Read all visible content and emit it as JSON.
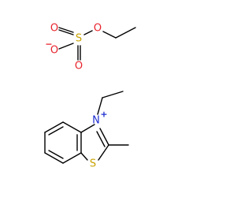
{
  "colors": {
    "bond": "#000000",
    "oxygen": "#e8232c",
    "sulfur": "#c8a200",
    "nitrogen": "#1f2fd0",
    "background": "#ffffff"
  },
  "ethyl_sulfate": {
    "sulfur_label": "S",
    "oxygen_ester_label": "O",
    "oxygen_top_label": "O",
    "oxygen_bottom_label": "O",
    "oxygen_anion_label": "O",
    "anion_charge": "−"
  },
  "benzothiazolium": {
    "nitrogen_label": "N",
    "nitrogen_charge": "+",
    "sulfur_label": "S"
  }
}
